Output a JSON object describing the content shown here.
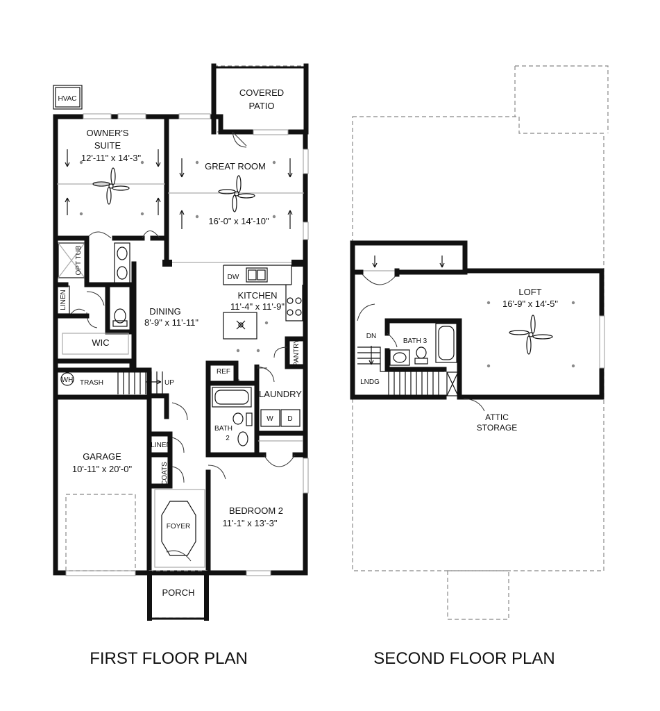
{
  "titles": {
    "first_floor": "FIRST FLOOR PLAN",
    "second_floor": "SECOND FLOOR PLAN"
  },
  "first_floor": {
    "hvac": "HVAC",
    "covered_patio": [
      "COVERED",
      "PATIO"
    ],
    "owners_suite": {
      "name": [
        "OWNER'S",
        "SUITE"
      ],
      "dims": "12'-11\" x 14'-3\""
    },
    "great_room": {
      "name": "GREAT ROOM",
      "dims": "16'-0\" x 14'-10\""
    },
    "opt_tub": "OPT TUB",
    "linen_upper": "LINEN",
    "dining": {
      "name": "DINING",
      "dims": "8'-9\" x 11'-11\""
    },
    "kitchen": {
      "name": "KITCHEN",
      "dims": "11'-4\" x 11'-9\""
    },
    "dw": "DW",
    "pantry": "PANTRY",
    "wic": "WIC",
    "wh": "WH",
    "trash": "TRASH",
    "up": "UP",
    "ref": "REF",
    "laundry": "LAUNDRY",
    "washer": "W",
    "dryer": "D",
    "bath2": [
      "BATH",
      "2"
    ],
    "linen_lower": "LINEN",
    "coats": "COATS",
    "garage": {
      "name": "GARAGE",
      "dims": "10'-11\" x 20'-0\""
    },
    "foyer": "FOYER",
    "bedroom2": {
      "name": "BEDROOM 2",
      "dims": "11'-1\" x 13'-3\""
    },
    "porch": "PORCH"
  },
  "second_floor": {
    "loft": {
      "name": "LOFT",
      "dims": "16'-9\" x 14'-5\""
    },
    "dn": "DN",
    "bath3": "BATH 3",
    "lndg": "LNDG",
    "attic_storage": [
      "ATTIC",
      "STORAGE"
    ]
  }
}
